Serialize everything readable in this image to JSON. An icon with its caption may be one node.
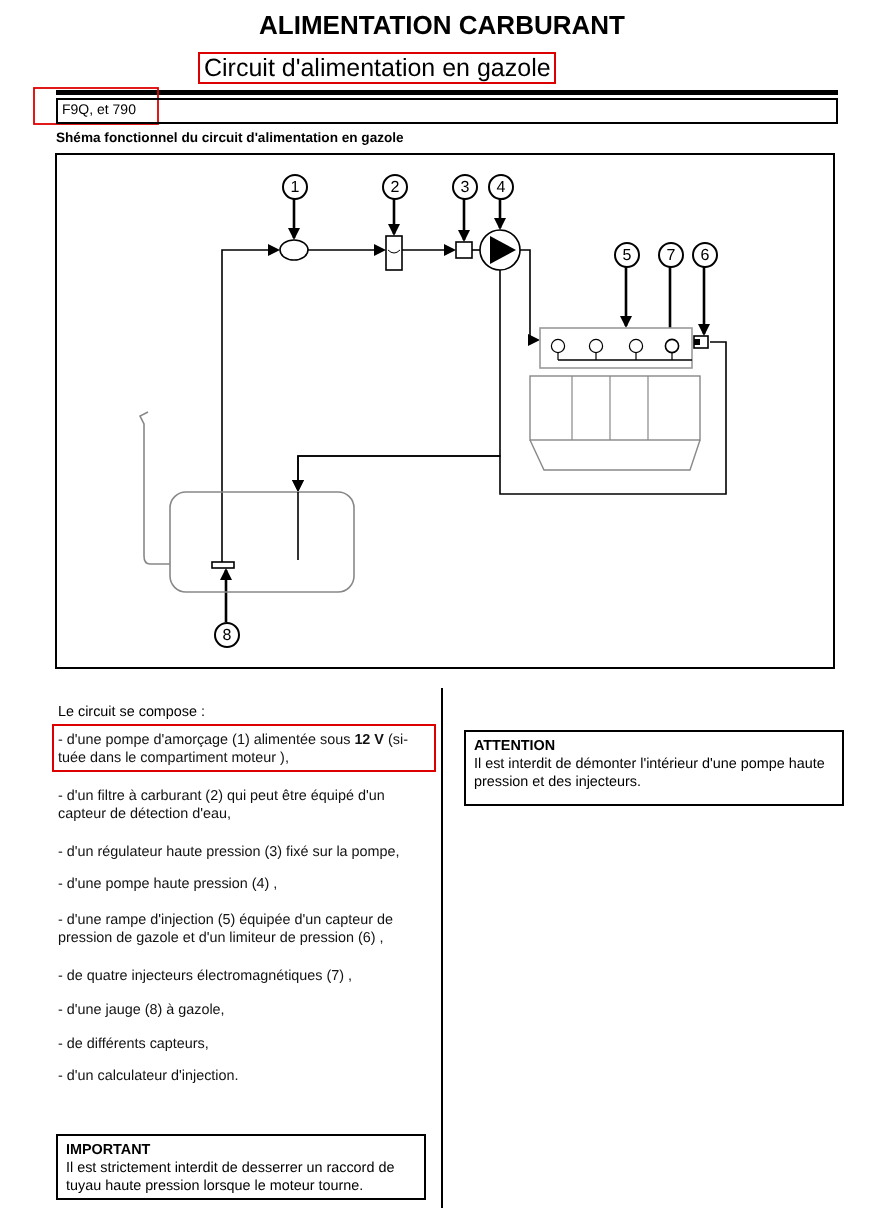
{
  "diagram": {
    "title": "ALIMENTATION CARBURANT",
    "nodes": [
      {
        "text": [
          "F9Q, et 790"
        ]
      },
      {
        "text": [
          "1"
        ]
      },
      {
        "text": [
          "2"
        ]
      },
      {
        "text": [
          "3"
        ]
      },
      {
        "text": [
          "4"
        ]
      },
      {
        "text": [
          "5"
        ]
      },
      {
        "text": [
          "7"
        ]
      },
      {
        "text": [
          "6"
        ]
      },
      {
        "text": [],
        "shape": "circle"
      },
      {
        "text": [],
        "shape": "box"
      },
      {
        "text": [],
        "shape": "box"
      },
      {
        "text": [],
        "shape": "circle"
      },
      {
        "text": [],
        "shape": "bar"
      },
      {
        "text": [],
        "shape": "circle",
        "in": 12
      },
      {
        "text": [],
        "shape": "box"
      },
      {
        "text": [],
        "shape": "box"
      },
      {
        "text": [],
        "shape": "bar",
        "in": 15
      },
      {
        "text": [
          "8"
        ]
      },
      {
        "text": [
          "ATTENTION",
          "Il est interdit de démonter l'intérieur d'une pompe haute pression et des injecteurs."
        ]
      },
      {
        "text": [
          "IMPORTANT",
          "Il est strictement interdit de desserrer un raccord de tuyau haute pression lorsque le moteur tourne."
        ]
      }
    ],
    "edges": [
      {
        "from": 1,
        "to": 8,
        "arrow": "to"
      },
      {
        "from": 2,
        "to": 9,
        "arrow": "to"
      },
      {
        "from": 3,
        "to": 10,
        "arrow": "to"
      },
      {
        "from": 4,
        "to": 11,
        "arrow": "to"
      },
      {
        "from": 5,
        "to": 12,
        "arrow": "to"
      },
      {
        "from": 6,
        "to": 13,
        "arrow": "to"
      },
      {
        "from": 7,
        "to": 14,
        "arrow": "to"
      },
      {
        "from": 17,
        "to": 16,
        "arrow": "to"
      },
      {
        "from": 16,
        "to": 8,
        "arrow": "to"
      },
      {
        "from": 8,
        "to": 9,
        "arrow": "to"
      },
      {
        "from": 9,
        "to": 10,
        "arrow": "to"
      },
      {
        "from": 10,
        "to": 11,
        "arrow": "none"
      },
      {
        "from": 11,
        "to": 12,
        "arrow": "to"
      },
      {
        "from": 11,
        "to": 15,
        "arrow": "to"
      },
      {
        "from": 14,
        "to": 15,
        "arrow": "to"
      }
    ],
    "labels": [
      "Circuit d'alimentation en gazole",
      "Shéma fonctionnel du circuit d'alimentation en gazole",
      "Le circuit se compose :",
      "- d'une pompe d'amorçage (1) alimentée sous **12 V** (si- tuée dans le compartiment moteur ),",
      "- d'un filtre à carburant (2) qui peut être équipé d'un capteur de détection d'eau,",
      "- d'un régulateur haute pression (3) fixé sur la pompe,",
      "- d'une pompe haute pression (4) ,",
      "- d'une rampe d'injection (5) équipée d'un capteur de pression de gazole et d'un limiteur de pression (6) ,",
      "- de quatre injecteurs électromagnétiques (7) ,",
      "- d'une jauge (8) à gazole,",
      "- de différents capteurs,",
      "- d'un calculateur d'injection."
    ]
  }
}
